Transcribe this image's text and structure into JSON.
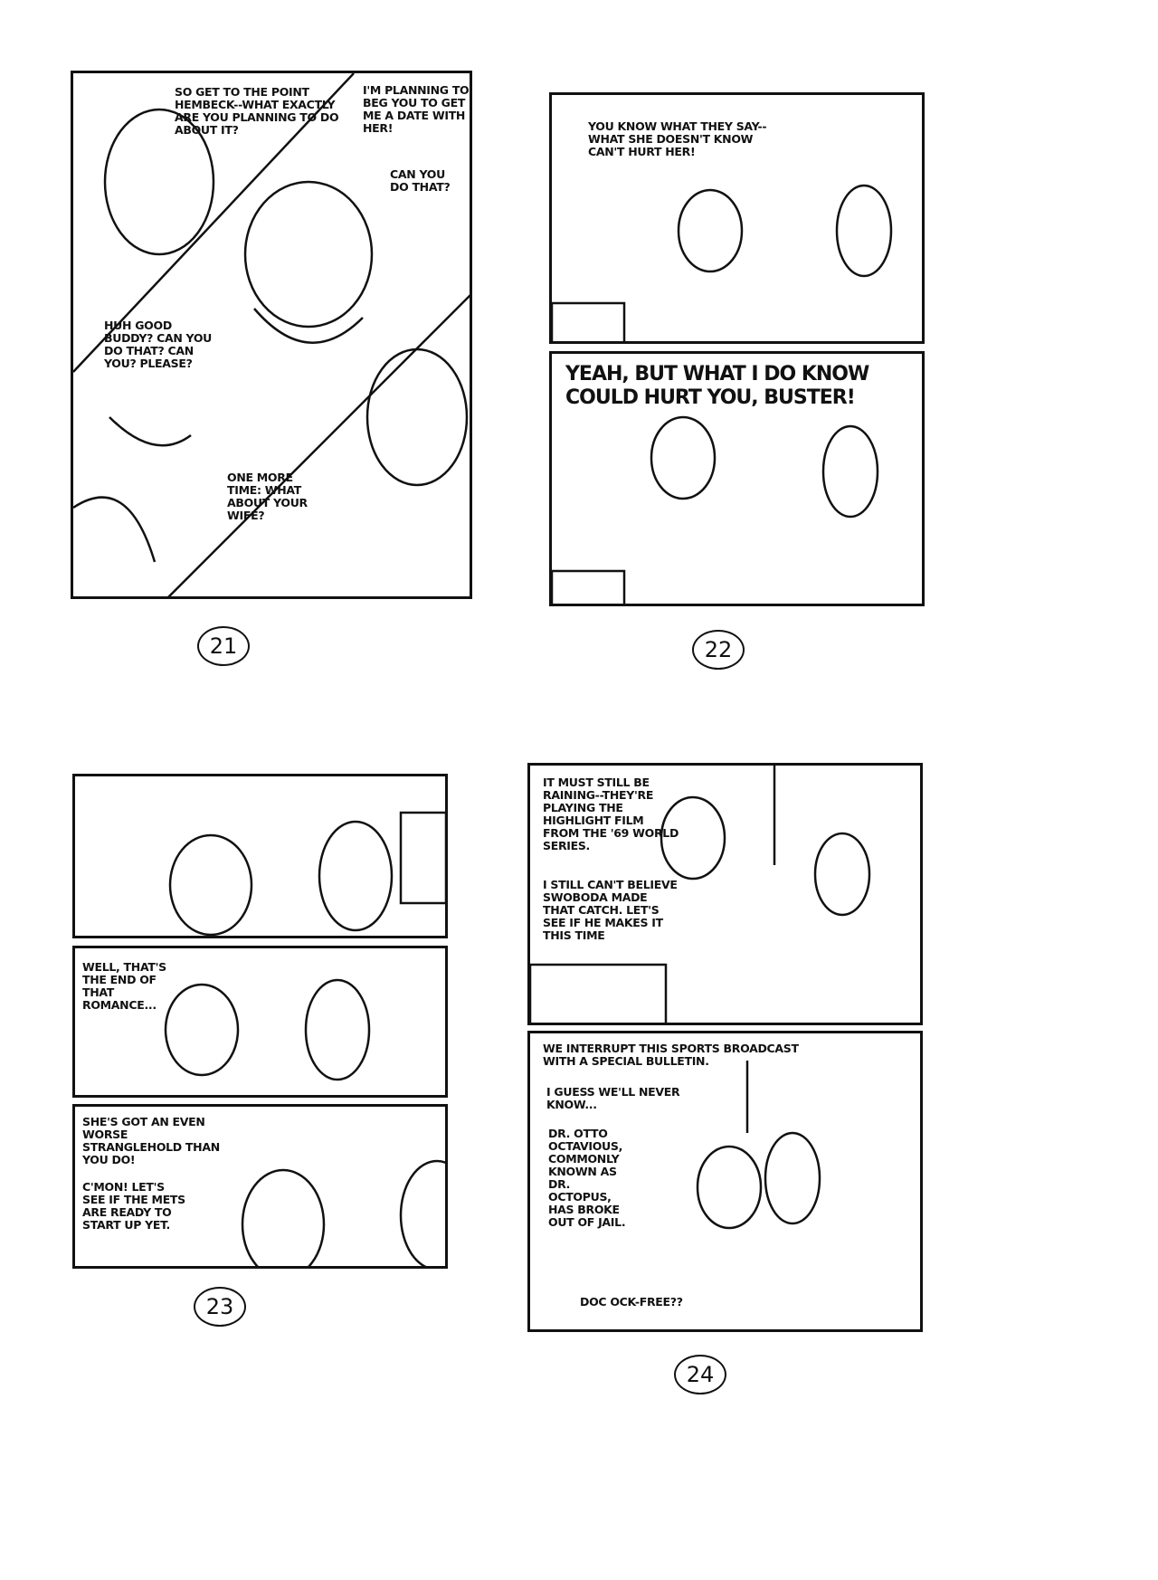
{
  "pages": [
    {
      "number": "21",
      "balloons": [
        "SO GET TO THE POINT HEMBECK--WHAT EXACTLY ARE YOU PLANNING TO DO ABOUT IT?",
        "I'M PLANNING TO BEG YOU TO GET ME A DATE WITH HER!",
        "CAN YOU DO THAT?",
        "huh GOOD BUDDY? CAN YOU DO THAT? CAN YOU? PLEASE?",
        "ONE MORE TIME: WHAT ABOUT YOUR WIFE?"
      ]
    },
    {
      "number": "22",
      "balloons": [
        "YOU KNOW WHAT THEY SAY--WHAT SHE DOESN'T KNOW CAN'T HURT HER!",
        "YEAH, BUT WHAT I DO KNOW COULD HURT YOU, BUSTER!"
      ]
    },
    {
      "number": "23",
      "balloons": [
        "WELL, THAT'S THE END OF THAT ROMANCE...",
        "SHE'S GOT AN EVEN WORSE STRANGLEHOLD THAN YOU DO!",
        "C'MON! LET'S SEE IF THE METS ARE READY TO START UP YET."
      ]
    },
    {
      "number": "24",
      "balloons": [
        "IT MUST STILL BE RAINING--THEY'RE PLAYING THE HIGHLIGHT FILM FROM THE '69 WORLD SERIES.",
        "I STILL CAN'T BELIEVE SWOBODA MADE THAT CATCH. LET'S SEE IF HE MAKES IT THIS TIME",
        "WE INTERRUPT THIS SPORTS BROADCAST WITH A SPECIAL BULLETIN.",
        "I GUESS WE'LL NEVER KNOW...",
        "DR. OTTO OCTAVIOUS, COMMONLY KNOWN AS DR. OCTOPUS, HAS BROKE OUT OF JAIL.",
        "DOC OCK-FREE??"
      ]
    }
  ]
}
